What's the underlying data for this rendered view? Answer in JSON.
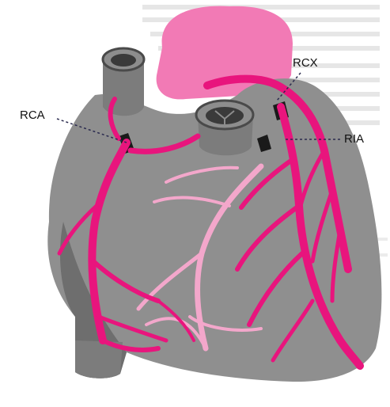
{
  "labels": {
    "rca": "RCA",
    "rcx": "RCX",
    "ria": "RIA"
  },
  "colors": {
    "background": "#ffffff",
    "heart_gray": "#8f8f8f",
    "heart_shadow": "#6e6e6e",
    "aorta_pink": "#f27ab5",
    "artery_magenta": "#e8157d",
    "artery_light_pink": "#f3a7cb",
    "leader_line": "#2b2b4f"
  },
  "icons": {
    "left_coronary_ostium": "ostium-circle-icon",
    "right_coronary_ostium": "ostium-circle-icon"
  }
}
